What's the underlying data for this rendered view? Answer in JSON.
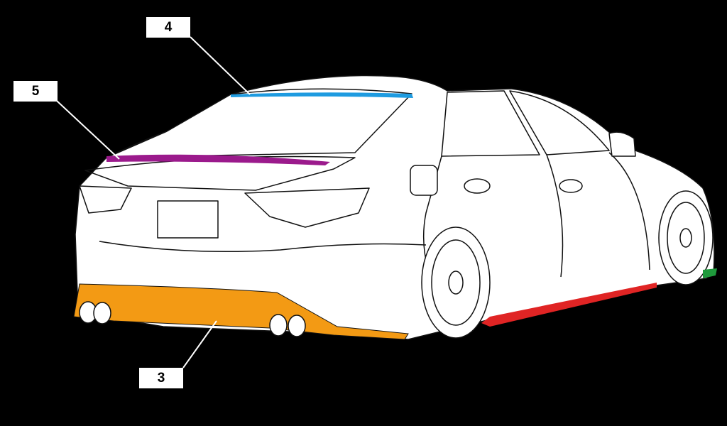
{
  "callouts": [
    {
      "label": "4",
      "part_color": "#1e9be0"
    },
    {
      "label": "5",
      "part_color": "#9b1a8c"
    },
    {
      "label": "3",
      "part_color": "#f39a14"
    }
  ],
  "other_part_colors": {
    "side_skirt": "#e02424",
    "front_lip": "#1f9a3c"
  }
}
